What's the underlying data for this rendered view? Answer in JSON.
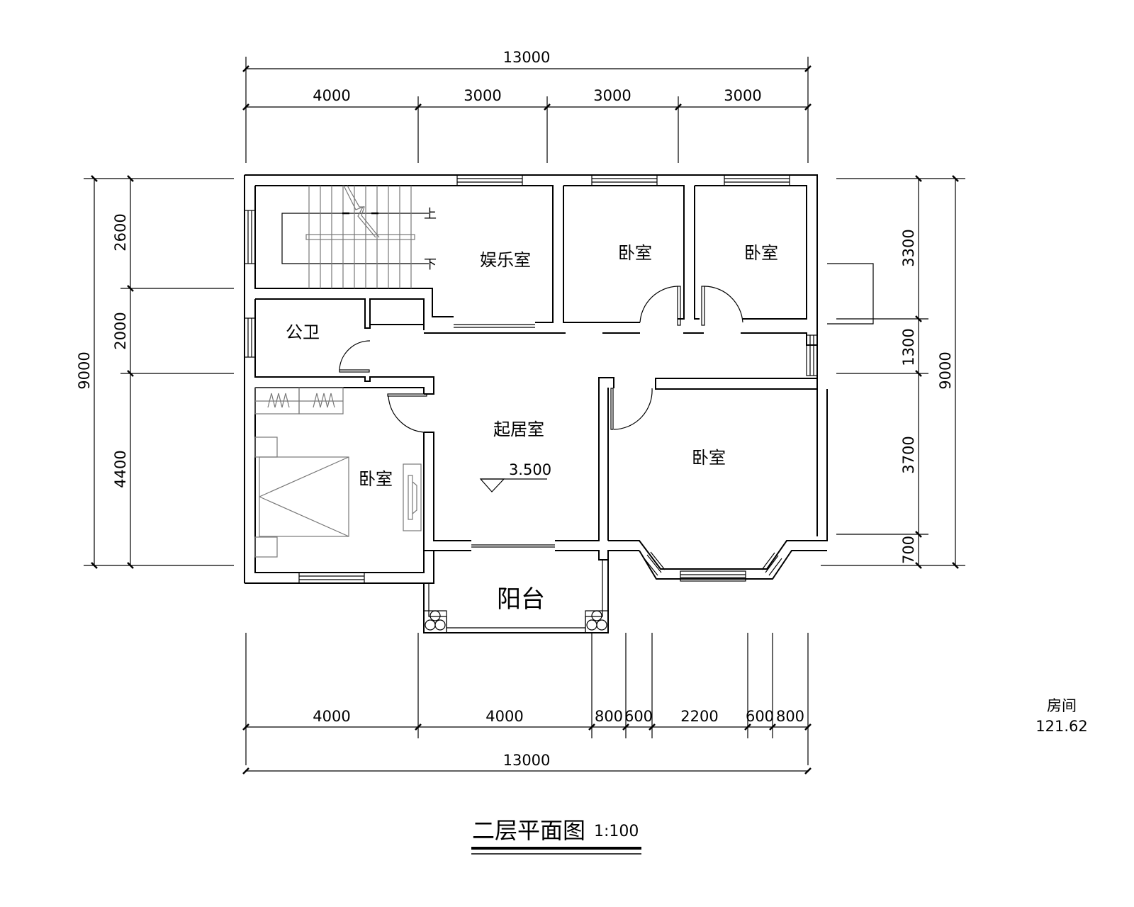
{
  "drawing": {
    "title": "二层平面图",
    "scale": "1:100",
    "level_mark": "3.500",
    "area_label": "房间",
    "area_value": "121.62"
  },
  "rooms": {
    "entertainment": "娱乐室",
    "bedroom_top_mid": "卧室",
    "bedroom_top_right": "卧室",
    "bathroom": "公卫",
    "living": "起居室",
    "bedroom_left": "卧室",
    "bedroom_right": "卧室",
    "balcony": "阳台"
  },
  "stairs": {
    "up": "上",
    "down": "下"
  },
  "dimensions": {
    "top_total": "13000",
    "top_segments": [
      "4000",
      "3000",
      "3000",
      "3000"
    ],
    "bottom_segments": [
      "4000",
      "4000",
      "800",
      "600",
      "2200",
      "600",
      "800"
    ],
    "bottom_total": "13000",
    "left_total": "9000",
    "left_segments": [
      "2600",
      "2000",
      "4400"
    ],
    "right_segments": [
      "3300",
      "1300",
      "3700",
      "700"
    ],
    "right_total": "9000"
  }
}
